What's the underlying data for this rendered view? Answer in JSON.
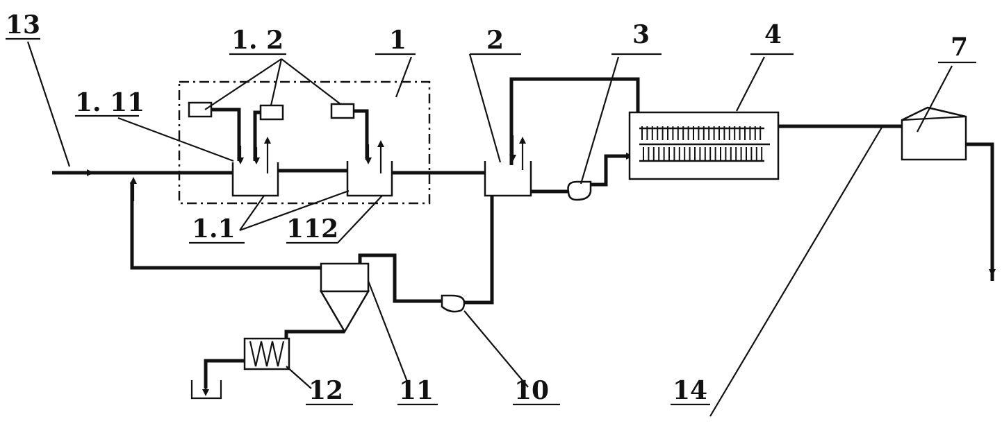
{
  "labels": {
    "l13": "13",
    "l1_2": "1. 2",
    "l1": "1",
    "l2": "2",
    "l3": "3",
    "l4": "4",
    "l7": "7",
    "l1_11": "1. 11",
    "l1_1": "1.1",
    "l112": "112",
    "l12": "12",
    "l11": "11",
    "l10": "10",
    "l14": "14"
  }
}
